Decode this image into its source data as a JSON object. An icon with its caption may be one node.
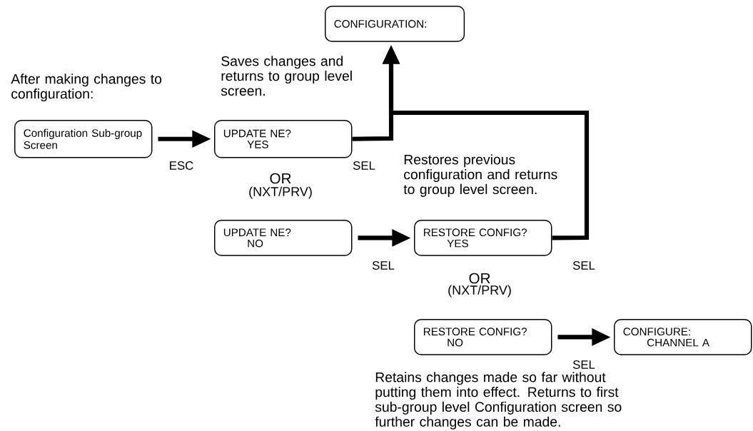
{
  "diagram": {
    "nodes": [
      {
        "text": [
          "CONFIGURATION:"
        ]
      },
      {
        "text": [
          "Configuration Sub-group Screen"
        ]
      },
      {
        "text": [
          "UPDATE NE?",
          "YES"
        ]
      },
      {
        "text": [
          "UPDATE NE?",
          "NO"
        ]
      },
      {
        "text": [
          "RESTORE CONFIG?",
          "YES"
        ]
      },
      {
        "text": [
          "RESTORE CONFIG?",
          "NO"
        ]
      },
      {
        "text": [
          "CONFIGURE:",
          "CHANNEL A"
        ]
      }
    ],
    "edges": [
      {
        "from": 1,
        "to": 2,
        "arrow": "to",
        "label": "ESC"
      },
      {
        "from": 2,
        "to": 0,
        "arrow": "to",
        "label": "SEL"
      },
      {
        "from": 4,
        "to": 0,
        "arrow": "to",
        "label": "SEL"
      },
      {
        "from": 3,
        "to": 4,
        "arrow": "to",
        "label": "SEL"
      },
      {
        "from": 5,
        "to": 6,
        "arrow": "to",
        "label": "SEL"
      }
    ],
    "labels": [
      "After making changes to configuration:",
      "Saves changes and returns to group level screen.",
      "OR",
      "(NXT/PRV)",
      "Restores previous configuration and returns to group level screen.",
      "OR",
      "(NXT/PRV)",
      "Retains changes made so far without putting them into effect. Returns to first sub-group level Configuration screen so further changes can be made."
    ]
  }
}
